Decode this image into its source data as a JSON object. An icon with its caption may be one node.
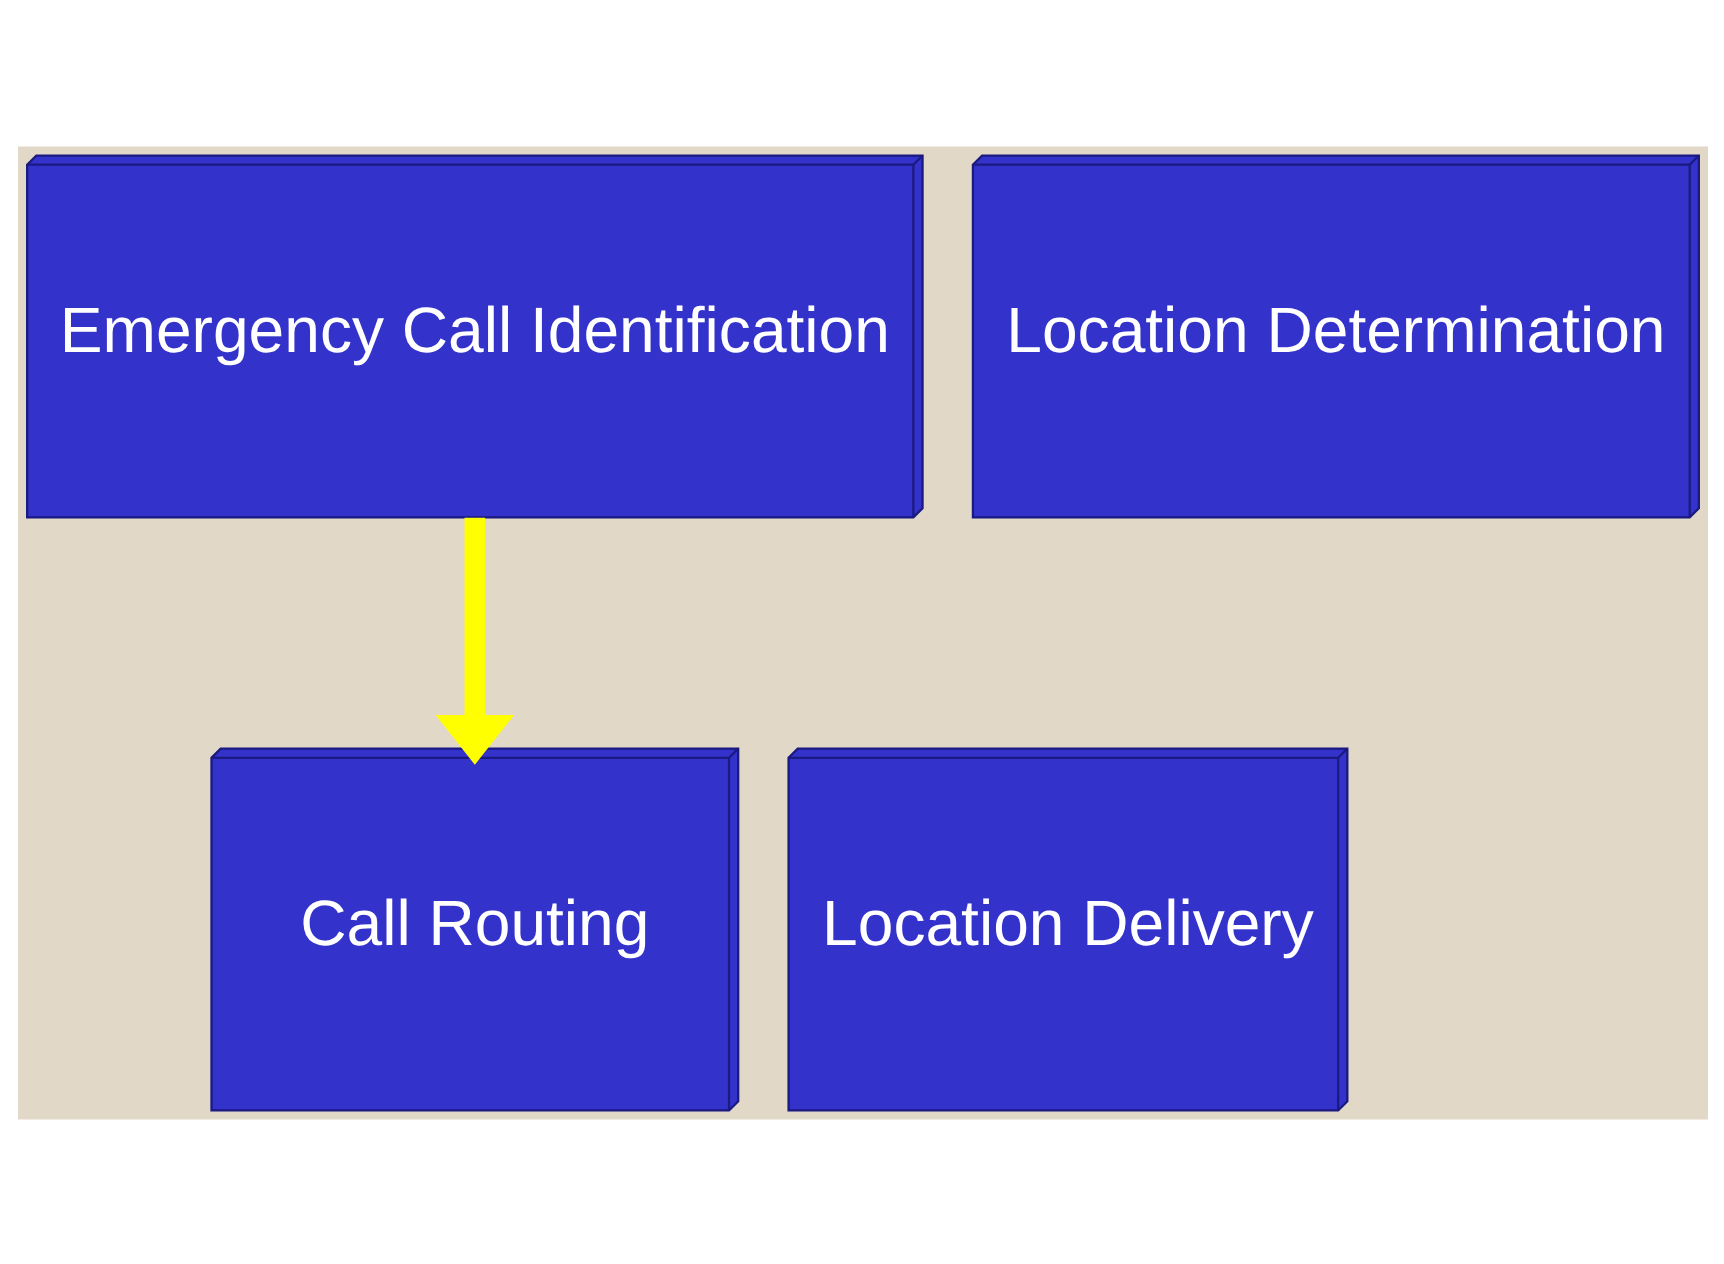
{
  "diagram": {
    "nodes": [
      {
        "text": [
          "Emergency Call Identification"
        ]
      },
      {
        "text": [
          "Location Determination"
        ]
      },
      {
        "text": [
          "Call Routing"
        ]
      },
      {
        "text": [
          "Location Delivery"
        ]
      }
    ],
    "edges": [
      {
        "from": 0,
        "to": 2,
        "arrow": "to",
        "color": "#ffff00"
      }
    ]
  }
}
